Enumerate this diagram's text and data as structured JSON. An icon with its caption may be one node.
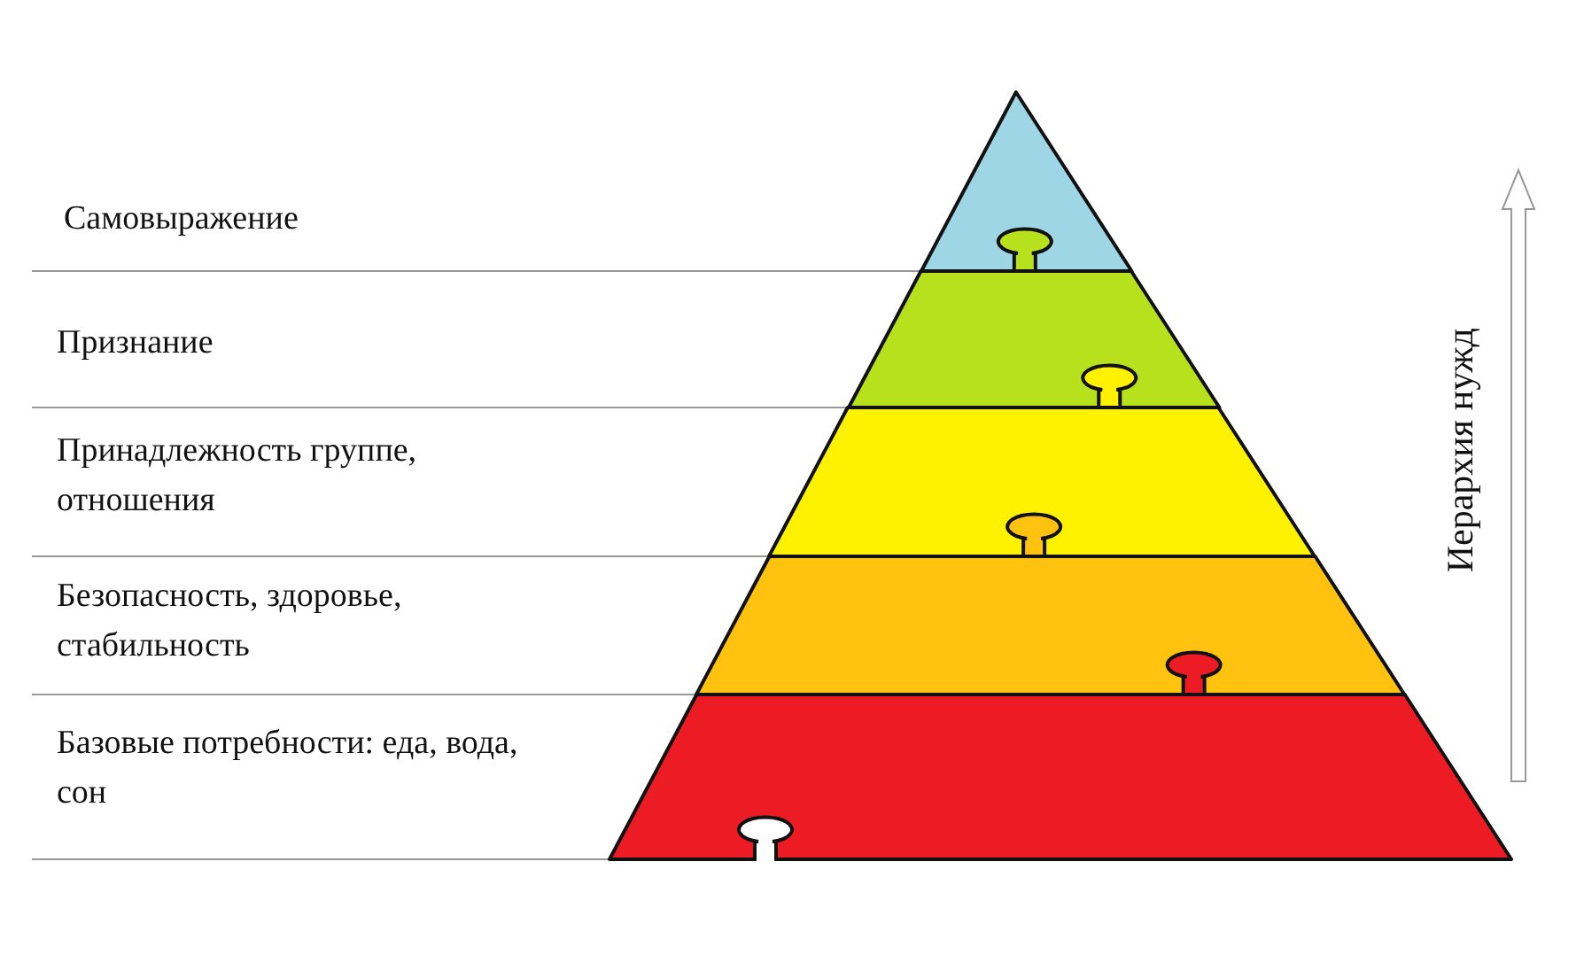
{
  "diagram": {
    "nodes": [
      {
        "text": [],
        "shape": "band"
      },
      {
        "text": [],
        "shape": "band"
      },
      {
        "text": [],
        "shape": "band"
      },
      {
        "text": [],
        "shape": "band"
      },
      {
        "text": [],
        "shape": "band"
      }
    ],
    "labels": [
      "Самовыражение",
      "Признание",
      "Принадлежность группе, отношения",
      "Безопасность, здоровье, стабильность",
      "Базовые потребности: еда, вода, сон",
      "Иерархия нужд"
    ]
  }
}
